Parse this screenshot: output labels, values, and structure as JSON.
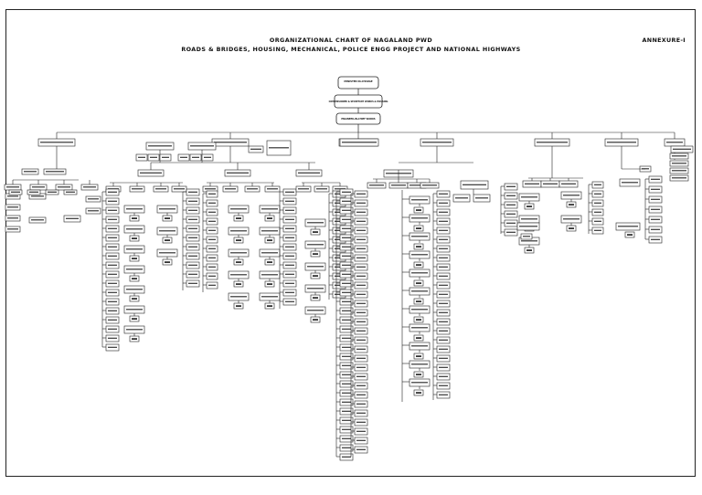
{
  "document": {
    "title_line1": "ORGANIZATIONAL CHART OF NAGALAND PWD",
    "title_line2": "ROADS & BRIDGES, HOUSING, MECHANICAL, POLICE ENGG PROJECT AND NATIONAL HIGHWAYS",
    "annexure": "ANNEXURE-I"
  },
  "chart": {
    "top_nodes": [
      {
        "text": "MINISTER IN-CHARGE"
      },
      {
        "text": "COMMISSIONER & SECRETARY WORKS & HOUSING"
      },
      {
        "text": "ENGINEER-IN-CHIEF WORKS"
      }
    ],
    "line_color": "#222222",
    "node_fill": "#ffffff"
  }
}
